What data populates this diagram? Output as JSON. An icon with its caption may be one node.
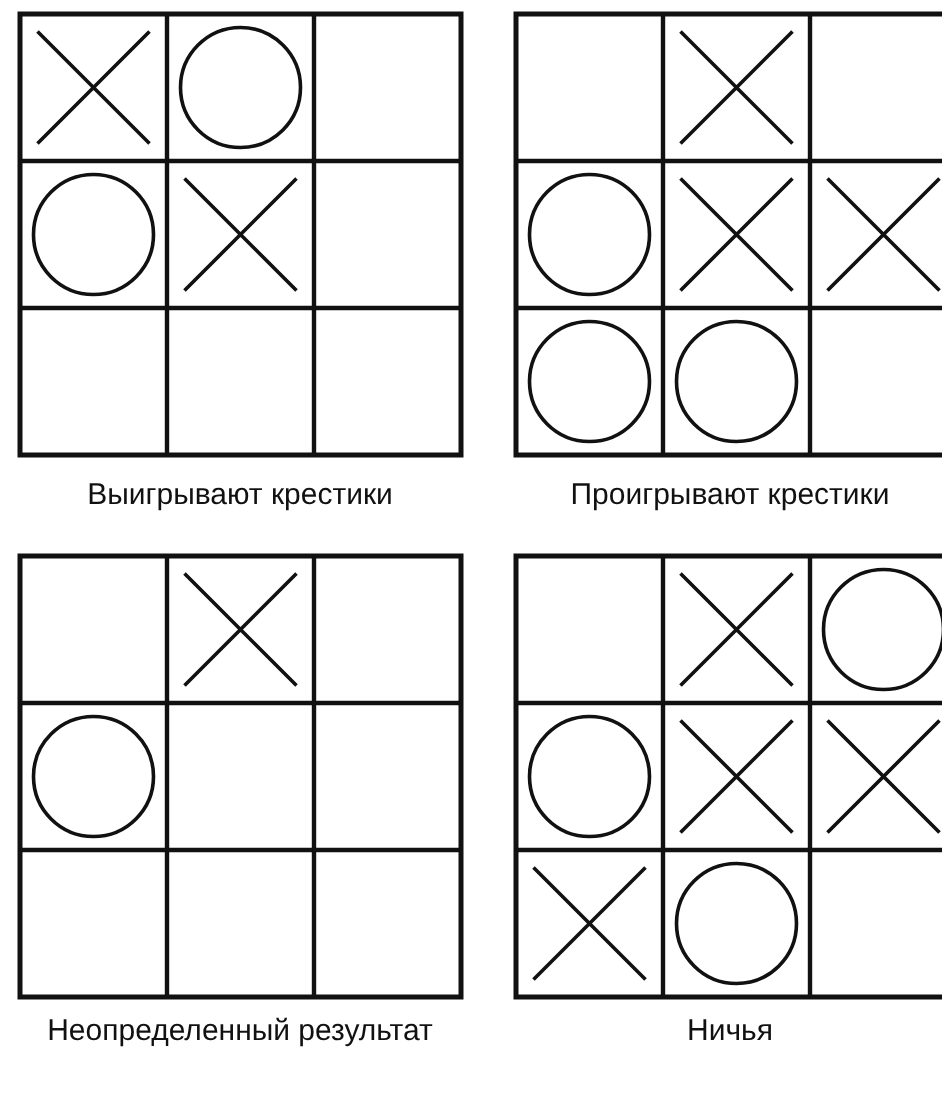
{
  "diagram": {
    "labels": [
      "Выигрывают крестики",
      "Проигрывают крестики",
      "Неопределенный результат",
      "Ничья"
    ]
  }
}
